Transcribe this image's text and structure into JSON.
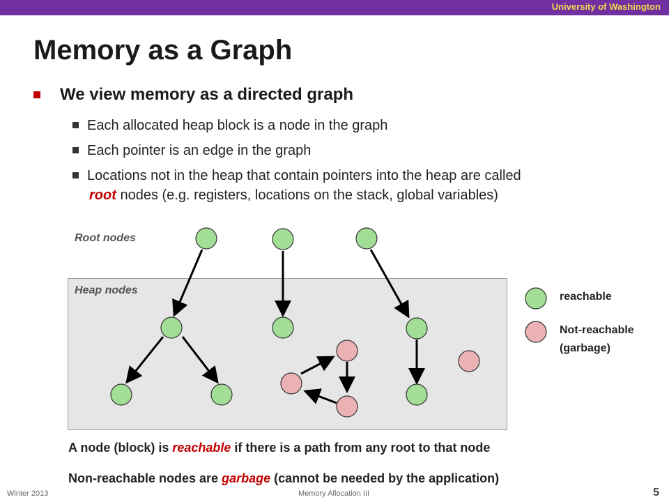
{
  "header": {
    "institution": "University of Washington"
  },
  "slide": {
    "title": "Memory as a Graph",
    "bullet_main": "We view memory as a directed graph",
    "sub1": "Each allocated heap block is a node in the graph",
    "sub2": "Each pointer is an edge in the graph",
    "sub3_line1": "Locations not in the heap that contain pointers into the heap are called",
    "sub3_root": "root",
    "sub3_line2": " nodes (e.g. registers, locations on the stack, global variables)"
  },
  "diagram": {
    "root_label": "Root nodes",
    "heap_label": "Heap nodes",
    "legend_reachable": "reachable",
    "legend_not_line1": "Not-reachable",
    "legend_not_line2": "(garbage)",
    "colors": {
      "reachable": "#A2DE96",
      "garbage": "#EBB2B3",
      "edge": "#000000"
    }
  },
  "footnotes": {
    "line1_pre": "A node (block) is ",
    "line1_em": "reachable",
    "line1_post": " if there is a path from any root to that node",
    "line2_pre": "Non-reachable nodes are ",
    "line2_em": "garbage",
    "line2_post": " (cannot be needed by the application)"
  },
  "footer": {
    "left": "Winter 2013",
    "center": "Memory Allocation III",
    "page": "5"
  }
}
